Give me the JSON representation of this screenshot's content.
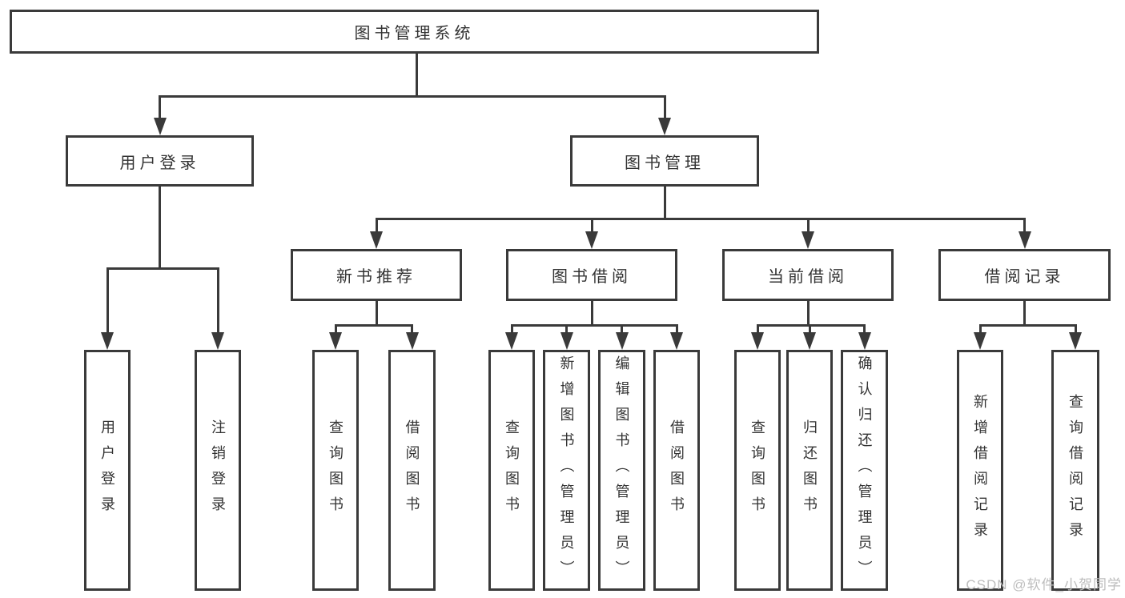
{
  "colors": {
    "line": "#3a3a3a",
    "text": "#333333",
    "watermark": "#bdbdbd",
    "background": "#ffffff"
  },
  "watermark": {
    "text": "CSDN @软件_小贺同学"
  },
  "tree": {
    "root": {
      "label": "图书管理系统",
      "children": [
        {
          "label": "用户登录",
          "children": [
            {
              "label": "用户登录"
            },
            {
              "label": "注销登录"
            }
          ]
        },
        {
          "label": "图书管理",
          "children": [
            {
              "label": "新书推荐",
              "children": [
                {
                  "label": "查询图书"
                },
                {
                  "label": "借阅图书"
                }
              ]
            },
            {
              "label": "图书借阅",
              "children": [
                {
                  "label": "查询图书"
                },
                {
                  "label": "新增图书（管理员）"
                },
                {
                  "label": "编辑图书（管理员）"
                },
                {
                  "label": "借阅图书"
                }
              ]
            },
            {
              "label": "当前借阅",
              "children": [
                {
                  "label": "查询图书"
                },
                {
                  "label": "归还图书"
                },
                {
                  "label": "确认归还（管理员）"
                }
              ]
            },
            {
              "label": "借阅记录",
              "children": [
                {
                  "label": "新增借阅记录"
                },
                {
                  "label": "查询借阅记录"
                }
              ]
            }
          ]
        }
      ]
    }
  }
}
